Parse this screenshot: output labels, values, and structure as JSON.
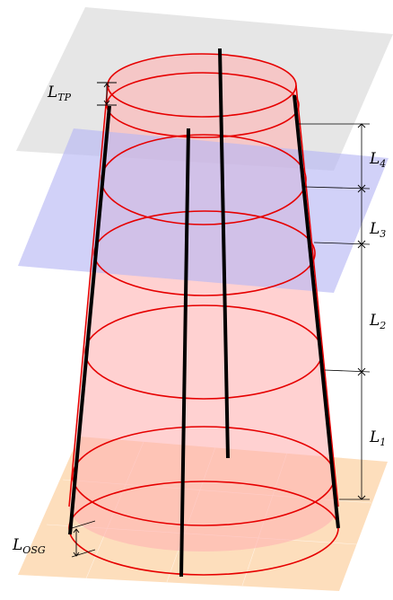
{
  "planes": {
    "top": {
      "color": "#e3e3e3"
    },
    "middle": {
      "color": "#c6c6f5"
    },
    "bottom": {
      "color": "#fdd8b0"
    }
  },
  "colors": {
    "frustum_fill": "#ffb3b3",
    "ellipse_stroke": "#e60000",
    "rod": "#000000"
  },
  "labels": {
    "L_TP": {
      "main": "L",
      "sub": "TP"
    },
    "L_OSG": {
      "main": "L",
      "sub": "OSG"
    },
    "L1": {
      "main": "L",
      "sub": "1"
    },
    "L2": {
      "main": "L",
      "sub": "2"
    },
    "L3": {
      "main": "L",
      "sub": "3"
    },
    "L4": {
      "main": "L",
      "sub": "4"
    }
  }
}
